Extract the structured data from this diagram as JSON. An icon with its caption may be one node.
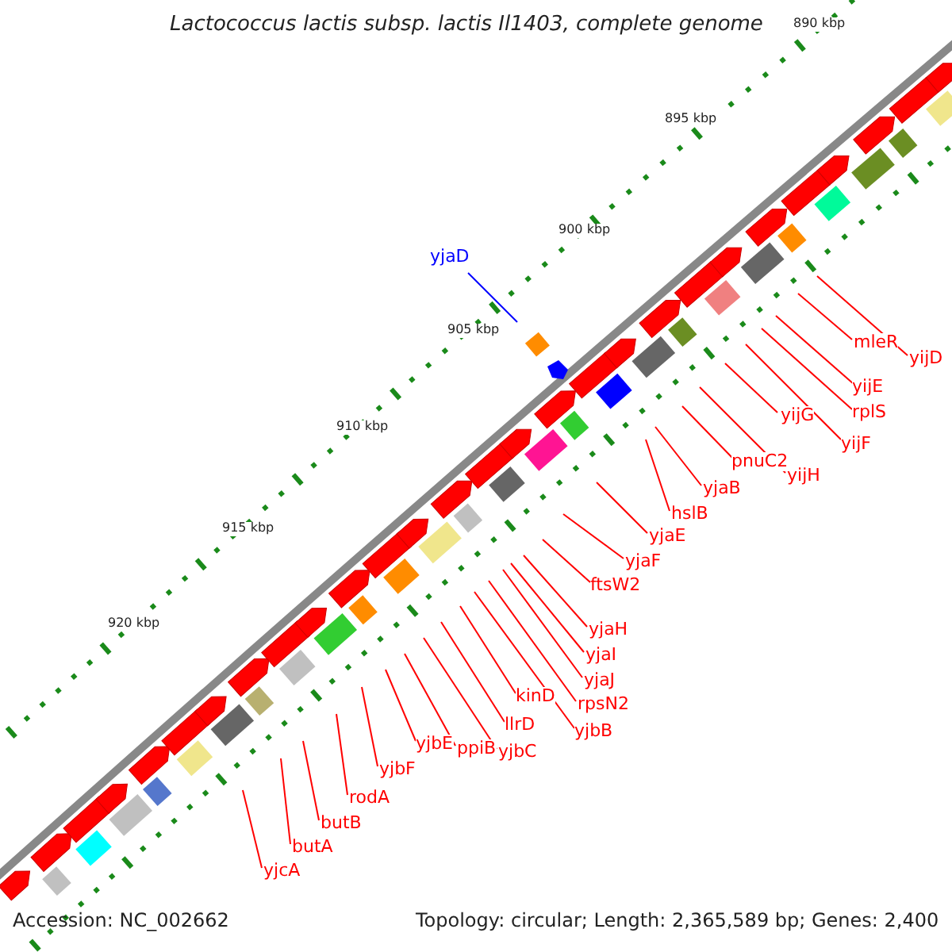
{
  "diagram": {
    "title": "Lactococcus lactis subsp. lactis Il1403, complete genome",
    "nodes": [
      {
        "text": [
          "yjaD"
        ]
      },
      {
        "text": [
          "mleR"
        ]
      },
      {
        "text": [
          "yijD"
        ]
      },
      {
        "text": [
          "yijE"
        ]
      },
      {
        "text": [
          "rplS"
        ]
      },
      {
        "text": [
          "yijF"
        ]
      },
      {
        "text": [
          "yijG"
        ]
      },
      {
        "text": [
          "pnuC2"
        ]
      },
      {
        "text": [
          "yijH"
        ]
      },
      {
        "text": [
          "yjaB"
        ]
      },
      {
        "text": [
          "hslB"
        ]
      },
      {
        "text": [
          "yjaE"
        ]
      },
      {
        "text": [
          "yjaF"
        ]
      },
      {
        "text": [
          "ftsW2"
        ]
      },
      {
        "text": [
          "yjaH"
        ]
      },
      {
        "text": [
          "yjaI"
        ]
      },
      {
        "text": [
          "yjaJ"
        ]
      },
      {
        "text": [
          "rpsN2"
        ]
      },
      {
        "text": [
          "kinD"
        ]
      },
      {
        "text": [
          "yjbB"
        ]
      },
      {
        "text": [
          "llrD"
        ]
      },
      {
        "text": [
          "yjbC"
        ]
      },
      {
        "text": [
          "ppiB"
        ]
      },
      {
        "text": [
          "yjbE"
        ]
      },
      {
        "text": [
          "yjbF"
        ]
      },
      {
        "text": [
          "rodA"
        ]
      },
      {
        "text": [
          "butB"
        ]
      },
      {
        "text": [
          "butA"
        ]
      },
      {
        "text": [
          "yjcA"
        ]
      }
    ],
    "edges": [
      {
        "from": 0,
        "to": null,
        "arrow": "none",
        "color": "#0000ff"
      },
      {
        "from": 1,
        "to": null,
        "arrow": "none"
      },
      {
        "from": 2,
        "to": null,
        "arrow": "none"
      },
      {
        "from": 3,
        "to": null,
        "arrow": "none"
      },
      {
        "from": 4,
        "to": null,
        "arrow": "none"
      },
      {
        "from": 5,
        "to": null,
        "arrow": "none"
      },
      {
        "from": 6,
        "to": null,
        "arrow": "none"
      },
      {
        "from": 7,
        "to": null,
        "arrow": "none"
      },
      {
        "from": 8,
        "to": null,
        "arrow": "none"
      },
      {
        "from": 9,
        "to": null,
        "arrow": "none"
      },
      {
        "from": 10,
        "to": null,
        "arrow": "none"
      },
      {
        "from": 11,
        "to": null,
        "arrow": "none"
      },
      {
        "from": 12,
        "to": null,
        "arrow": "none"
      },
      {
        "from": 13,
        "to": null,
        "arrow": "none"
      },
      {
        "from": 14,
        "to": null,
        "arrow": "none"
      },
      {
        "from": 15,
        "to": null,
        "arrow": "none"
      },
      {
        "from": 16,
        "to": null,
        "arrow": "none"
      },
      {
        "from": 17,
        "to": null,
        "arrow": "none"
      },
      {
        "from": 18,
        "to": null,
        "arrow": "none"
      },
      {
        "from": 19,
        "to": null,
        "arrow": "none"
      },
      {
        "from": 20,
        "to": null,
        "arrow": "none"
      },
      {
        "from": 21,
        "to": null,
        "arrow": "none"
      },
      {
        "from": 22,
        "to": null,
        "arrow": "none"
      },
      {
        "from": 23,
        "to": null,
        "arrow": "none"
      },
      {
        "from": 24,
        "to": null,
        "arrow": "none"
      },
      {
        "from": 25,
        "to": null,
        "arrow": "none"
      },
      {
        "from": 26,
        "to": null,
        "arrow": "none"
      },
      {
        "from": 27,
        "to": null,
        "arrow": "none"
      },
      {
        "from": 28,
        "to": null,
        "arrow": "none"
      }
    ],
    "labels": [
      "890 kbp",
      "895 kbp",
      "900 kbp",
      "905 kbp",
      "910 kbp",
      "915 kbp",
      "920 kbp",
      "Accession: NC_002662",
      "Topology: circular; Length: 2,365,589 bp; Genes: 2,400"
    ]
  }
}
